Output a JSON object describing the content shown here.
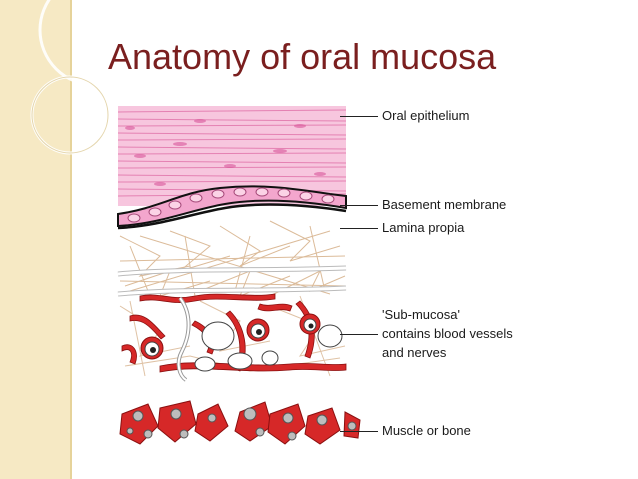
{
  "title": "Anatomy of oral mucosa",
  "labels": {
    "oral_epithelium": "Oral epithelium",
    "basement_membrane": "Basement membrane",
    "lamina_propia": "Lamina propia",
    "submucosa_line1": "'Sub-mucosa'",
    "submucosa_line2": "contains blood vessels",
    "submucosa_line3": "and nerves",
    "muscle_or_bone": "Muscle or bone"
  },
  "colors": {
    "title": "#7a1f1f",
    "epithelium": "#f2a9cf",
    "cells": "#e8a0c8",
    "vessels": "#d62828",
    "fibers": "#d9b99b",
    "side_strip": "#f6e9c4"
  }
}
